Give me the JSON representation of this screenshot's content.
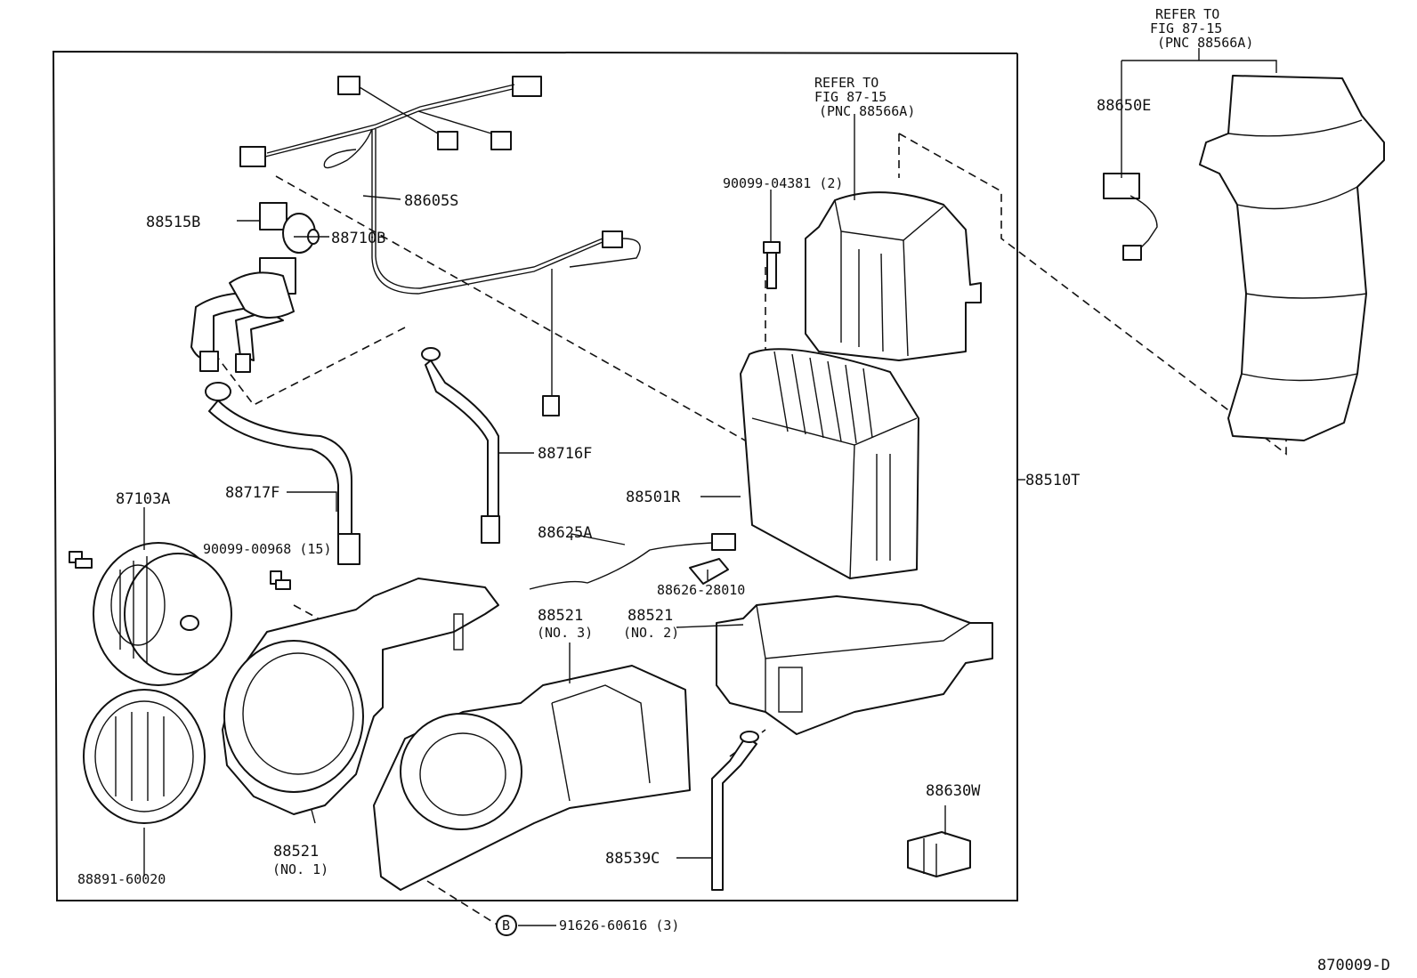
{
  "diagram": {
    "page_ref": "870009-D",
    "refer_note_right": {
      "line1": "REFER TO",
      "line2": "FIG 87-15",
      "line3": "(PNC 88566A)"
    },
    "refer_note_center": {
      "line1": "REFER TO",
      "line2": "FIG 87-15",
      "line3": "(PNC 88566A)"
    },
    "assembly_label": "88510T",
    "parts": {
      "p88650E": "88650E",
      "p88605S": "88605S",
      "p88515B": "88515B",
      "p88710B": "88710B",
      "p90099_04381": "90099-04381 (2)",
      "p88716F": "88716F",
      "p88717F": "88717F",
      "p88501R": "88501R",
      "p87103A": "87103A",
      "p90099_00968": "90099-00968 (15)",
      "p88625A": "88625A",
      "p88626": "88626-28010",
      "p88521_no3_num": "88521",
      "p88521_no3_sub": "(NO. 3)",
      "p88521_no2_num": "88521",
      "p88521_no2_sub": "(NO. 2)",
      "p88521_no1_num": "88521",
      "p88521_no1_sub": "(NO. 1)",
      "p88630W": "88630W",
      "p88539C": "88539C",
      "p88891": "88891-60020",
      "circle_b": "B",
      "p91626": "91626-60616 (3)"
    }
  }
}
